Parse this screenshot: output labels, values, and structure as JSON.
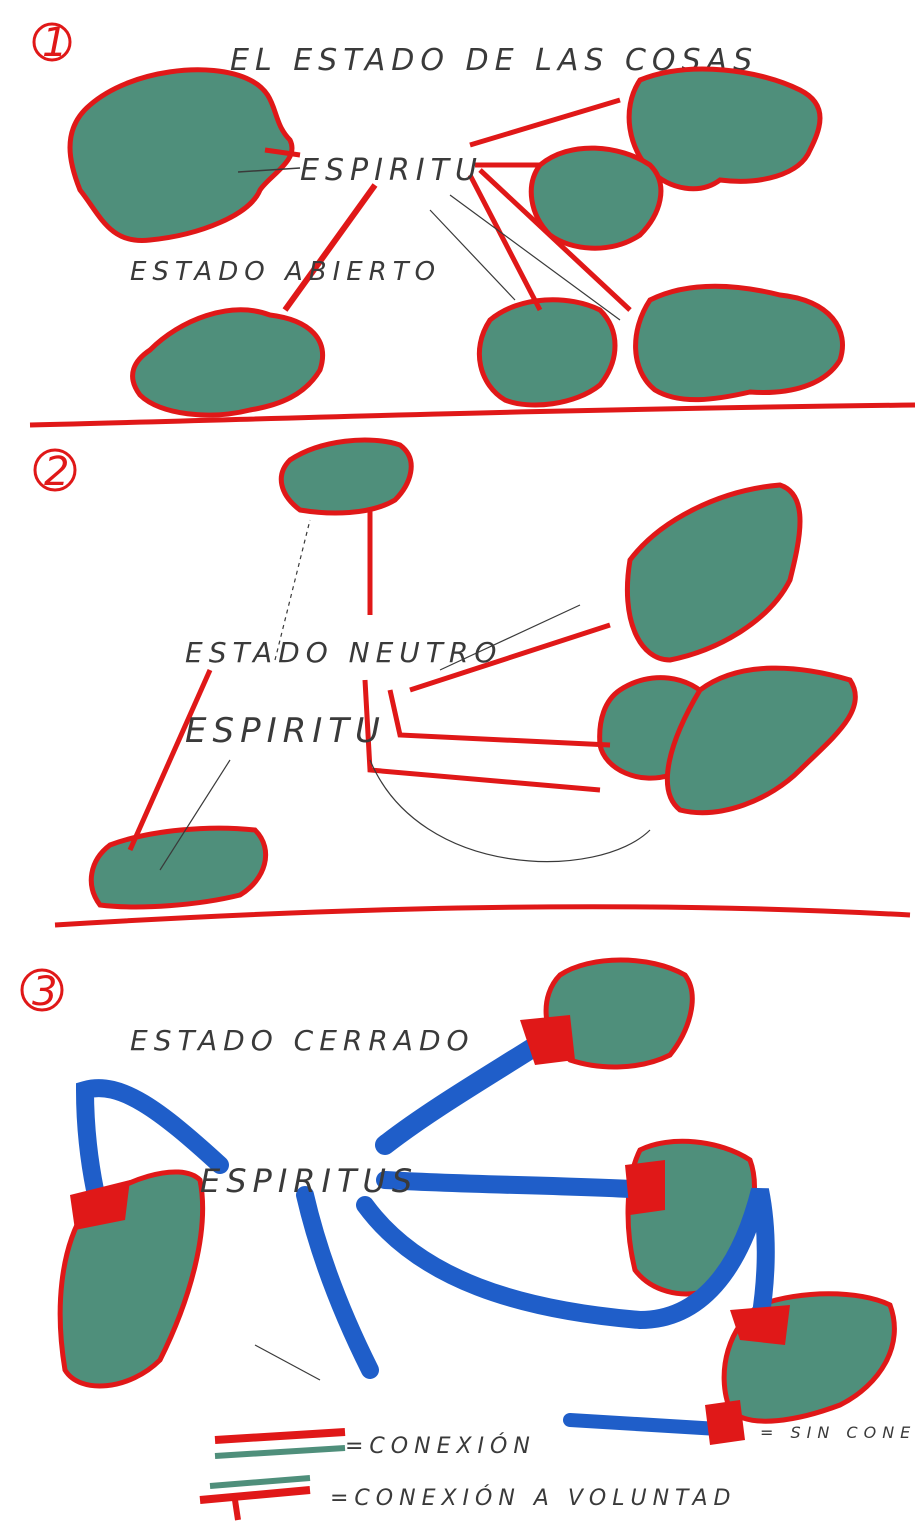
{
  "colors": {
    "paper": "#ffffff",
    "red": "#e01818",
    "blue": "#1f5ec9",
    "shape_fill": "#4f8f7b",
    "shape_light": "#8fc1b6",
    "pencil": "#3a3a3a"
  },
  "panels": [
    {
      "number": "1",
      "title": "EL ESTADO DE LAS COSAS",
      "state_label": "ESTADO ABIERTO",
      "center_label": "ESPIRITU"
    },
    {
      "number": "2",
      "state_label": "ESTADO NEUTRO",
      "center_label": "ESPIRITU"
    },
    {
      "number": "3",
      "state_label": "ESTADO CERRADO",
      "center_label": "ESPIRITUS"
    }
  ],
  "legend": {
    "connection": "=CONEXIÓN",
    "voluntary_connection": "=CONEXIÓN A VOLUNTAD",
    "no_connection": "= SIN CONE-\nXIÓN"
  }
}
